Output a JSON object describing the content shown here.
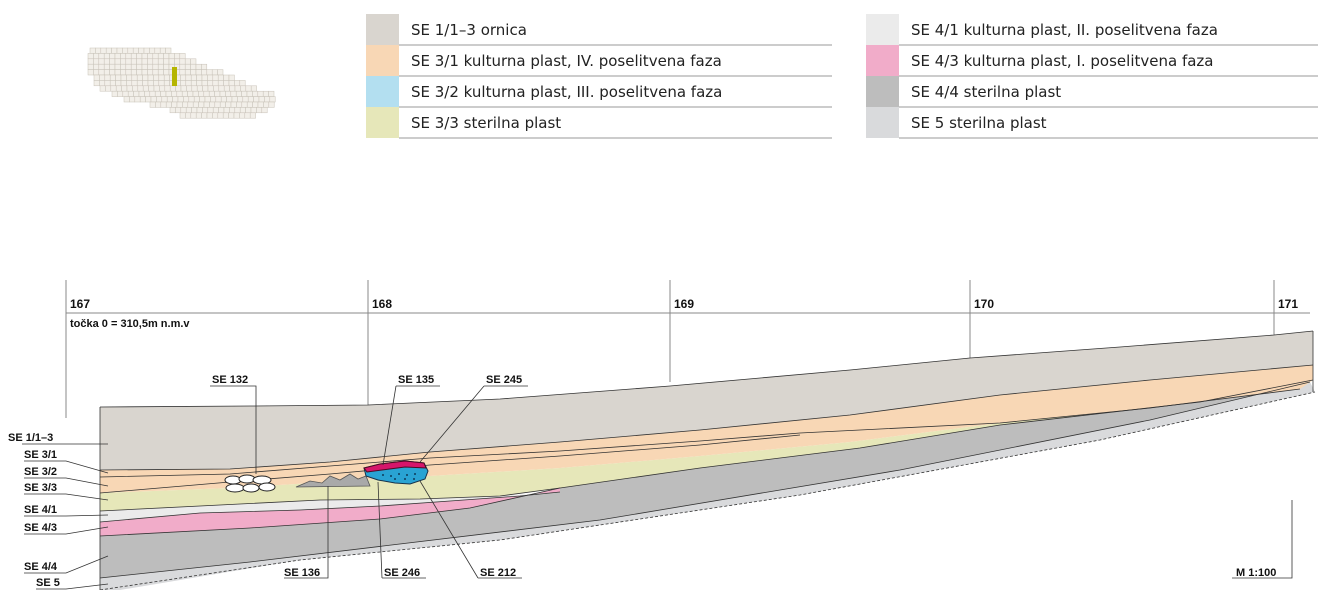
{
  "legend": {
    "left": [
      {
        "color": "#d9d5cf",
        "label": "SE 1/1–3 ornica"
      },
      {
        "color": "#f8d7b5",
        "label": "SE 3/1 kulturna plast, IV. poselitvena faza"
      },
      {
        "color": "#b3dff0",
        "label": "SE 3/2 kulturna plast, III. poselitvena faza"
      },
      {
        "color": "#e6e7b9",
        "label": "SE 3/3 sterilna plast"
      }
    ],
    "right": [
      {
        "color": "#ebebeb",
        "label": "SE 4/1 kulturna plast, II. poselitvena faza"
      },
      {
        "color": "#f1acc9",
        "label": "SE 4/3 kulturna plast, I. poselitvena faza"
      },
      {
        "color": "#bdbdbd",
        "label": "SE 4/4 sterilna plast"
      },
      {
        "color": "#d9dadc",
        "label": "SE 5 sterilna plast"
      }
    ]
  },
  "grid_ticks": [
    "167",
    "168",
    "169",
    "170",
    "171"
  ],
  "datum_note": "točka 0 = 310,5m n.m.v",
  "scale": "M 1:100",
  "side_labels": [
    "SE 1/1–3",
    "SE 3/1",
    "SE 3/2",
    "SE 3/3",
    "SE 4/1",
    "SE 4/3",
    "SE 4/4",
    "SE 5"
  ],
  "feature_labels_top": [
    "SE 132",
    "SE 135",
    "SE 245"
  ],
  "feature_labels_bottom": [
    "SE 136",
    "SE 246",
    "SE 212"
  ],
  "colors": {
    "se1": "#d9d5cf",
    "se31": "#f8d7b5",
    "se32": "#b3dff0",
    "se33": "#e6e7b9",
    "se41": "#ebebeb",
    "se43": "#f1acc9",
    "se44": "#bdbdbd",
    "se5": "#d9dadc",
    "pit_red": "#d6156a",
    "pit_blue": "#29a3d3",
    "grid_marker": "#b5b500"
  }
}
